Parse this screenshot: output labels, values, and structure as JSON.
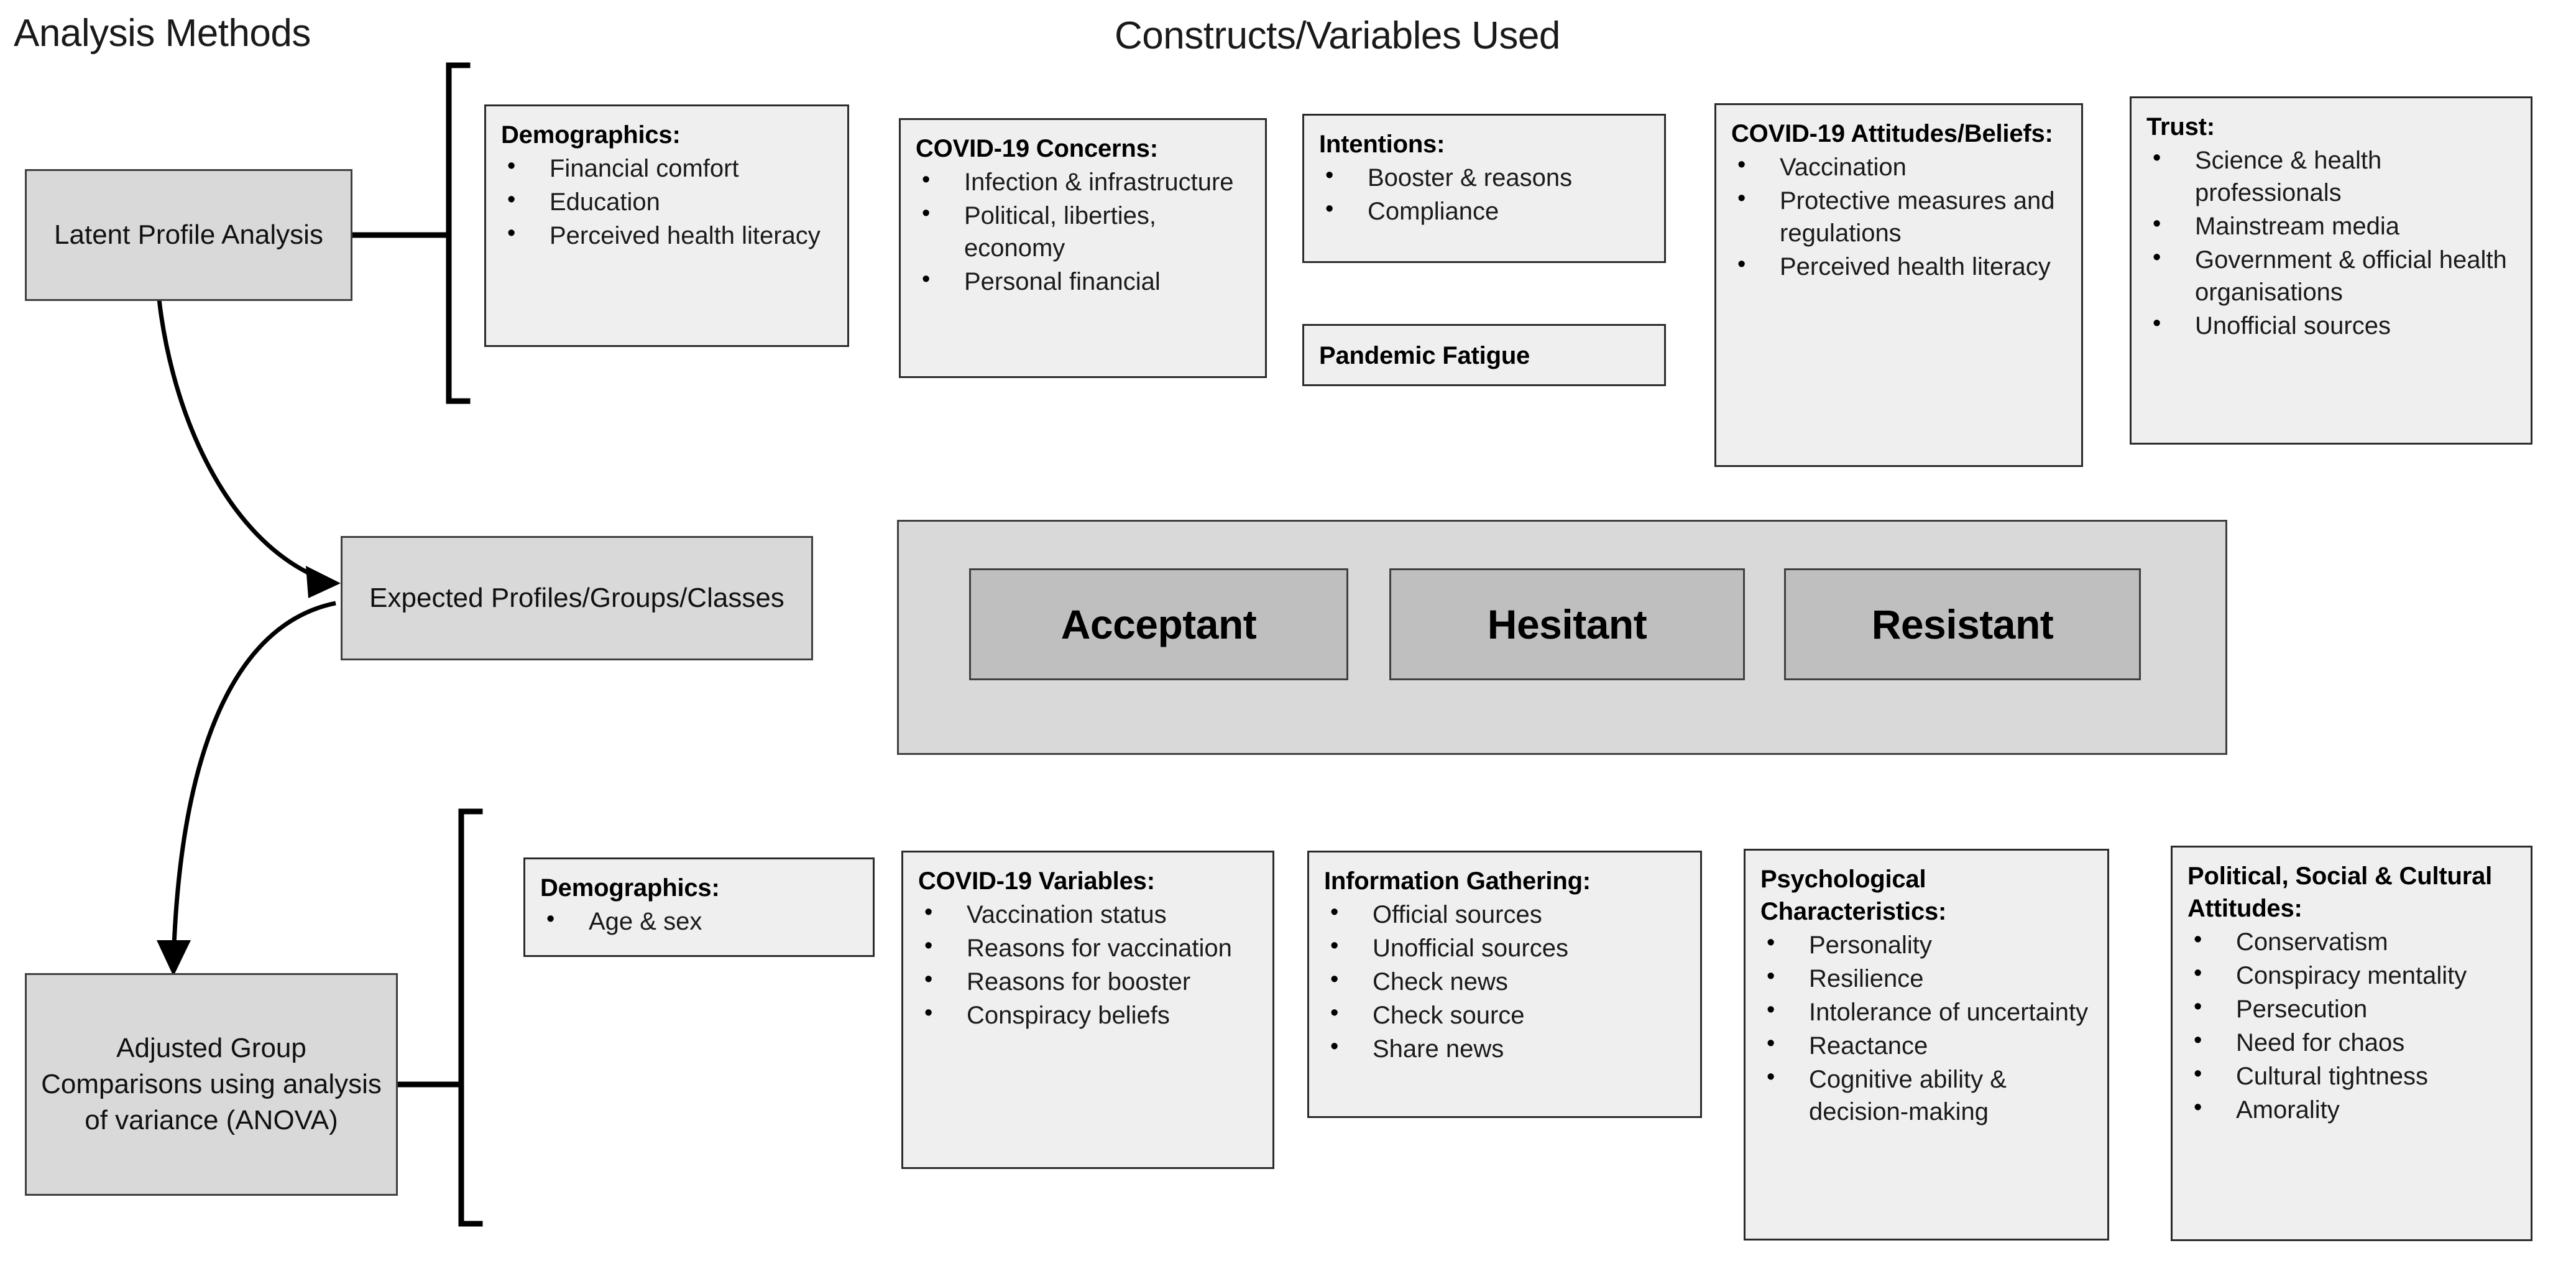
{
  "headers": {
    "left": "Analysis Methods",
    "right": "Constructs/Variables Used"
  },
  "methods": {
    "lpa": "Latent Profile Analysis",
    "expected": "Expected Profiles/Groups/Classes",
    "anova": "Adjusted Group Comparisons using analysis of variance (ANOVA)"
  },
  "profiles": {
    "classes": [
      "Acceptant",
      "Hesitant",
      "Resistant"
    ]
  },
  "lpa_constructs": [
    {
      "title": "Demographics:",
      "items": [
        "Financial comfort",
        "Education",
        "Perceived health literacy"
      ]
    },
    {
      "title": "COVID-19 Concerns:",
      "items": [
        "Infection & infrastructure",
        "Political, liberties, economy",
        "Personal financial"
      ]
    },
    {
      "title": "Intentions:",
      "items": [
        "Booster & reasons",
        "Compliance"
      ]
    },
    {
      "title": "Pandemic Fatigue",
      "items": []
    },
    {
      "title": "COVID-19 Attitudes/Beliefs:",
      "items": [
        "Vaccination",
        "Protective measures and regulations",
        "Perceived health literacy"
      ]
    },
    {
      "title": "Trust:",
      "items": [
        "Science & health professionals",
        "Mainstream media",
        "Government & official health organisations",
        "Unofficial sources"
      ]
    }
  ],
  "anova_constructs": [
    {
      "title": "Demographics:",
      "items": [
        "Age & sex"
      ]
    },
    {
      "title": "COVID-19 Variables:",
      "items": [
        "Vaccination status",
        "Reasons for vaccination",
        "Reasons for booster",
        "Conspiracy beliefs"
      ]
    },
    {
      "title": "Information Gathering:",
      "items": [
        "Official sources",
        "Unofficial sources",
        "Check news",
        "Check source",
        "Share news"
      ]
    },
    {
      "title": "Psychological Characteristics:",
      "items": [
        "Personality",
        "Resilience",
        "Intolerance of uncertainty",
        "Reactance",
        "Cognitive ability & decision-making"
      ]
    },
    {
      "title": "Political, Social & Cultural Attitudes:",
      "items": [
        "Conservatism",
        "Conspiracy mentality",
        "Persecution",
        "Need for chaos",
        "Cultural tightness",
        "Amorality"
      ]
    }
  ],
  "colors": {
    "process_fill": "#d9d9d9",
    "construct_fill": "#efefef",
    "class_fill": "#bfbfbf",
    "line": "#000000"
  }
}
